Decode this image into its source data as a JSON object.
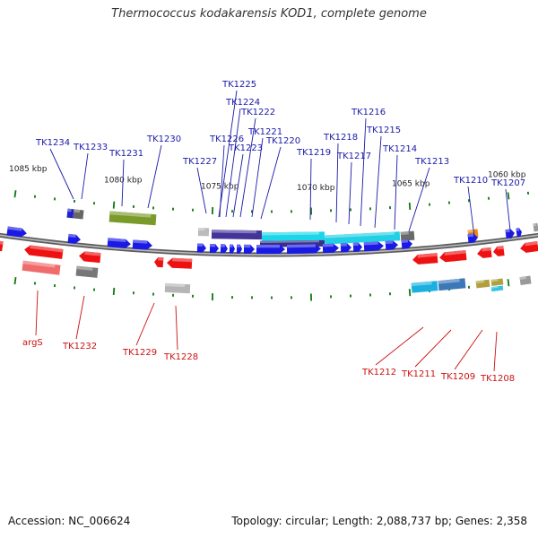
{
  "title": "Thermococcus kodakarensis KOD1, complete genome",
  "footer": {
    "accession": "Accession: NC_006624",
    "summary": "Topology: circular; Length: 2,088,737 bp; Genes: 2,358"
  },
  "scale_labels": [
    "1085 kbp",
    "1080 kbp",
    "1075 kbp",
    "1070 kbp",
    "1065 kbp",
    "1060 kbp"
  ],
  "upper_gene_labels": [
    "TK1234",
    "TK1233",
    "TK1231",
    "TK1230",
    "TK1227",
    "TK1226",
    "TK1225",
    "TK1224",
    "TK1223",
    "TK1222",
    "TK1221",
    "TK1220",
    "TK1219",
    "TK1218",
    "TK1217",
    "TK1216",
    "TK1215",
    "TK1214",
    "TK1213",
    "TK1210",
    "TK1207"
  ],
  "lower_gene_labels": [
    "argS",
    "TK1232",
    "TK1229",
    "TK1228",
    "TK1212",
    "TK1211",
    "TK1209",
    "TK1208"
  ],
  "colors": {
    "upper_label": "#1a1aa8",
    "lower_label": "#cc1010",
    "forward_gene": "#1a1ae6",
    "reverse_gene": "#ee1111",
    "backbone": "#7a7a7a",
    "tick": "#117711"
  }
}
